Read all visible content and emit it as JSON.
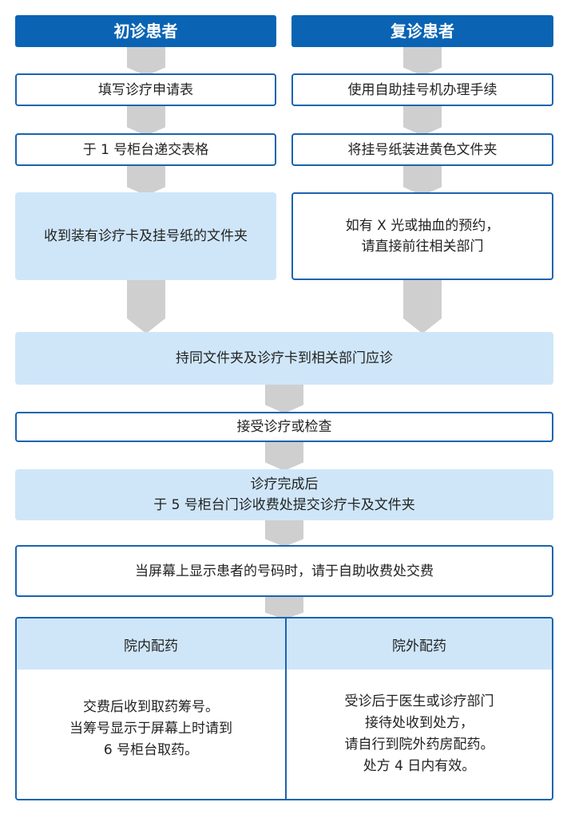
{
  "left_flow": {
    "header": "初诊患者",
    "step1": "填写诊疗申请表",
    "step2": "于 1 号柜台递交表格",
    "step3": "收到装有诊疗卡及挂号纸的文件夹"
  },
  "right_flow": {
    "header": "复诊患者",
    "step1": "使用自助挂号机办理手续",
    "step2": "将挂号纸装进黄色文件夹",
    "step3_line1": "如有 X 光或抽血的预约，",
    "step3_line2": "请直接前往相关部门"
  },
  "common": {
    "step_visit": "持同文件夹及诊疗卡到相关部门应诊",
    "step_exam": "接受诊疗或检查",
    "step_submit_line1": "诊疗完成后",
    "step_submit_line2": "于 5 号柜台门诊收费处提交诊疗卡及文件夹",
    "step_pay": "当屏幕上显示患者的号码时，请于自助收费处交费"
  },
  "pharmacy": {
    "inhouse": {
      "title": "院内配药",
      "line1": "交费后收到取药筹号。",
      "line2": "当筹号显示于屏幕上时请到",
      "line3": "6 号柜台取药。"
    },
    "outside": {
      "title": "院外配药",
      "line1": "受诊后于医生或诊疗部门",
      "line2": "接待处收到处方，",
      "line3": "请自行到院外药房配药。",
      "line4": "处方 4 日内有效。"
    }
  },
  "colors": {
    "header_blue": "#0a64b3",
    "border_blue": "#1b64ad",
    "light_blue_fill": "#cfe6f9",
    "arrow_gray": "#cfcfcf"
  }
}
